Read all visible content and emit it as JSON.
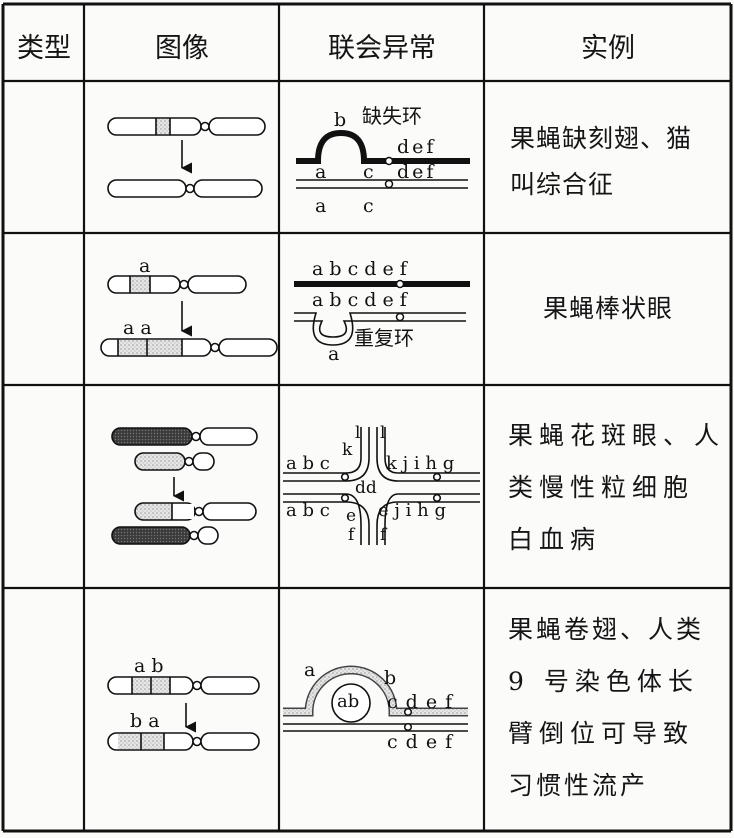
{
  "headers": {
    "type": "类型",
    "image": "图像",
    "pairing": "联会异常",
    "example": "实例"
  },
  "rows": [
    {
      "example_lines": [
        "果蝇缺刻翅、猫",
        "叫综合征"
      ],
      "note": "缺失环",
      "labels": {
        "loop": "b",
        "top_right": "def",
        "mid_a": "a",
        "mid_c": "c",
        "mid_right": "def",
        "bot_a": "a",
        "bot_c": "c"
      }
    },
    {
      "example_lines": [
        "果蝇棒状眼"
      ],
      "note": "重复环",
      "labels": {
        "chrom_a": "a",
        "chrom_aa": "a a",
        "top": "a b c d e f",
        "mid": "a b c d e f",
        "loop": "a"
      }
    },
    {
      "example_lines": [
        "果蝇花斑眼、人",
        "类慢性粒细胞",
        "白血病"
      ],
      "labels": {
        "top_l1": "l",
        "top_k": "k",
        "top_l2": "l",
        "top_left": "a b c",
        "top_right": "k j i  h g",
        "center": "dd",
        "bot_left": "a b c",
        "bot_e1": "e",
        "bot_right": "e j i  h g",
        "bot_f1": "f",
        "bot_f2": "f"
      }
    },
    {
      "example_lines": [
        "果蝇卷翅、人类",
        "9 号染色体长",
        "臂倒位可导致",
        "习惯性流产"
      ],
      "labels": {
        "chrom_ab": "a b",
        "chrom_ba": "b a",
        "loop_a": "a",
        "loop_b": "b",
        "inner": "ab",
        "top_right": "c  d e f",
        "bot_right": "c  d e f"
      }
    }
  ]
}
